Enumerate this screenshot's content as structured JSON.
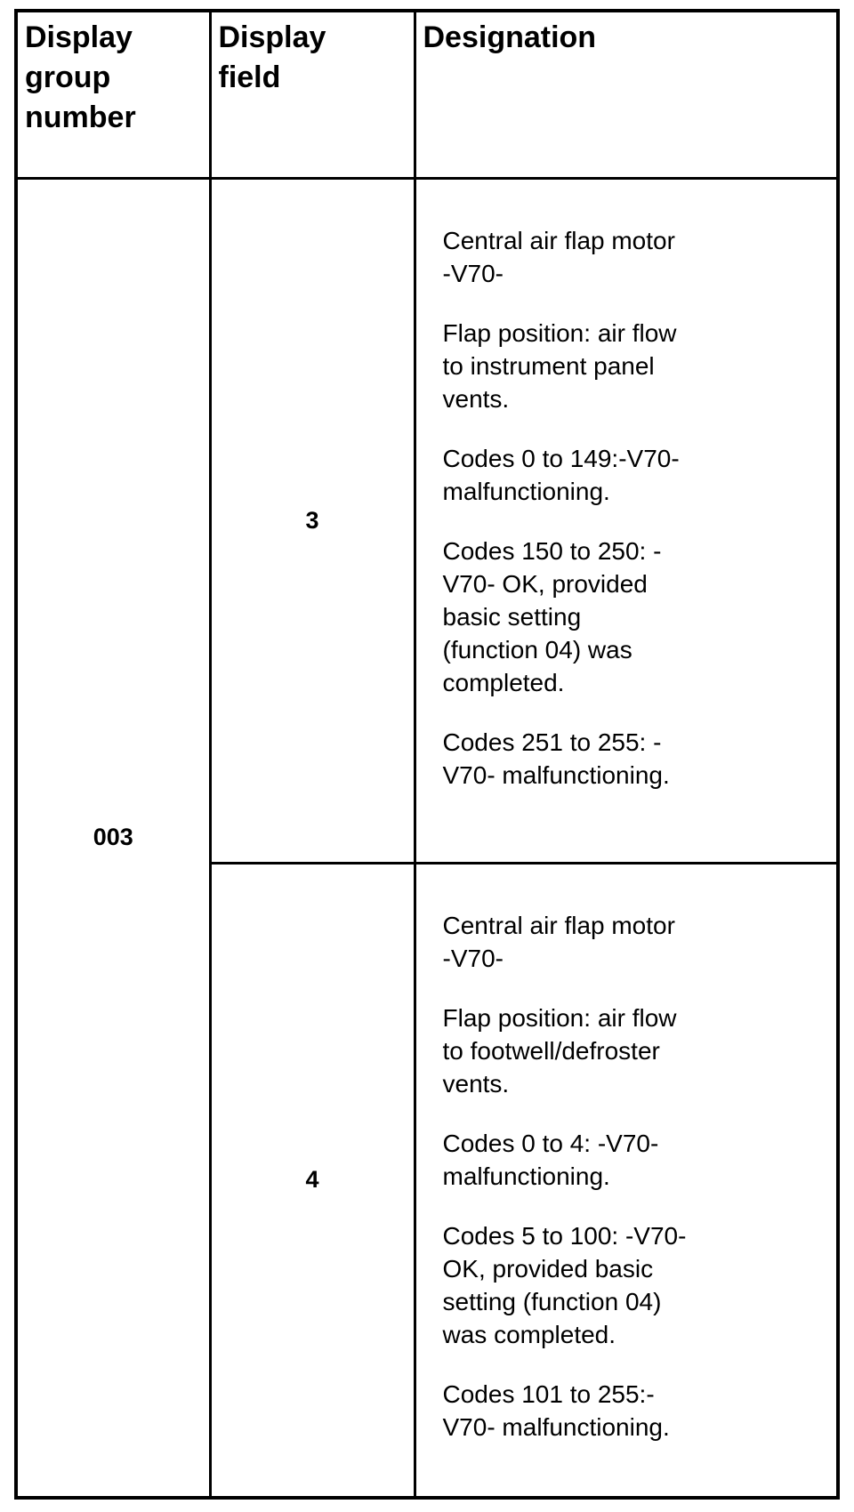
{
  "headers": {
    "group_number": [
      "Display",
      "group",
      "number"
    ],
    "field": [
      "Display",
      "field"
    ],
    "designation": [
      "Designation"
    ]
  },
  "group": "003",
  "rows": [
    {
      "field": "3",
      "paragraphs": [
        [
          "Central air flap motor",
          "-V70-"
        ],
        [
          "Flap position: air flow",
          "to instrument panel",
          "vents."
        ],
        [
          "Codes 0 to 149:-V70-",
          "malfunctioning."
        ],
        [
          "Codes 150 to 250: -",
          "V70- OK, provided",
          "basic setting",
          "(function 04) was",
          "completed."
        ],
        [
          "Codes 251 to 255: -",
          "V70- malfunctioning."
        ]
      ]
    },
    {
      "field": "4",
      "paragraphs": [
        [
          "Central air flap motor",
          "-V70-"
        ],
        [
          "Flap position: air flow",
          "to footwell/defroster",
          "vents."
        ],
        [
          "Codes 0 to 4: -V70-",
          "malfunctioning."
        ],
        [
          "Codes 5 to 100: -V70-",
          "OK, provided basic",
          "setting (function 04)",
          "was completed."
        ],
        [
          "Codes 101 to 255:-",
          "V70- malfunctioning."
        ]
      ]
    }
  ]
}
